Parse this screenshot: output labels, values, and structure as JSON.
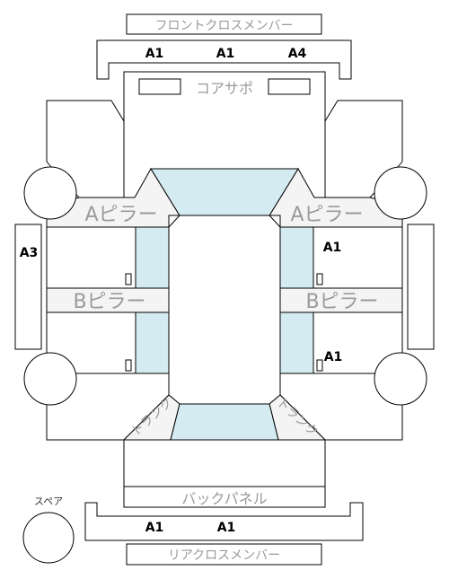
{
  "labels": {
    "front_cross_member": "フロントクロスメンバー",
    "core_support": "コアサポ",
    "a_pillar": "Aピラー",
    "b_pillar": "Bピラー",
    "back_panel": "バックパネル",
    "rear_cross_member": "リアクロスメンバー",
    "spare": "スペア",
    "trunk": "トランク"
  },
  "markers": {
    "front_left": "A1",
    "front_center": "A1",
    "front_right": "A4",
    "left_side": "A3",
    "right_upper": "A1",
    "right_lower": "A1",
    "rear_left": "A1",
    "rear_center": "A1"
  }
}
